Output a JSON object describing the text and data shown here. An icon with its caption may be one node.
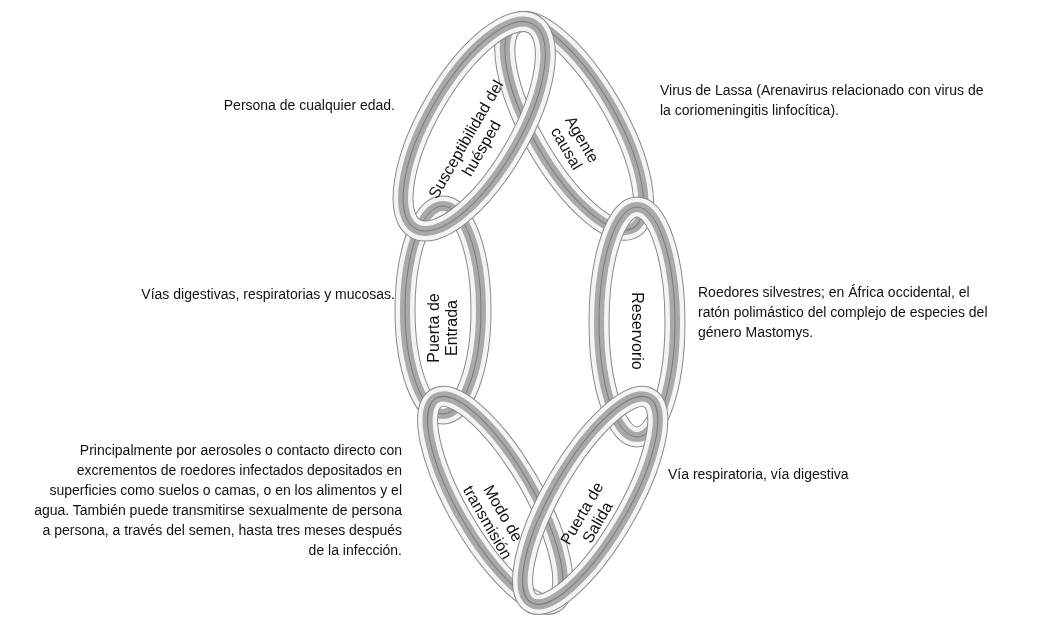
{
  "diagram": {
    "nodes": [
      {
        "text": [
          "Susceptibilidad del huésped"
        ],
        "beside": [
          "Persona de cualquier edad."
        ]
      },
      {
        "text": [
          "Agente causal"
        ],
        "beside": [
          "Virus de Lassa (Arenavirus relacionado con virus de la coriomeningitis linfocítica)."
        ]
      },
      {
        "text": [
          "Puerta de Entrada"
        ],
        "beside": [
          "Vías digestivas, respiratorias y mucosas."
        ]
      },
      {
        "text": [
          "Reservorio"
        ],
        "beside": [
          "Roedores silvestres; en África occidental, el ratón polimástico del complejo de especies del género Mastomys."
        ]
      },
      {
        "text": [
          "Modo de transmisión"
        ],
        "beside": [
          "Principalmente por aerosoles o contacto directo con excrementos de roedores infectados depositados en superficies como suelos o camas, o en los alimentos y el agua. También puede transmitirse sexualmente de persona a persona, a través del semen, hasta tres meses después de la infección."
        ]
      },
      {
        "text": [
          "Puerta de Salida"
        ],
        "beside": [
          "Vía respiratoria, vía digestiva"
        ]
      }
    ]
  }
}
